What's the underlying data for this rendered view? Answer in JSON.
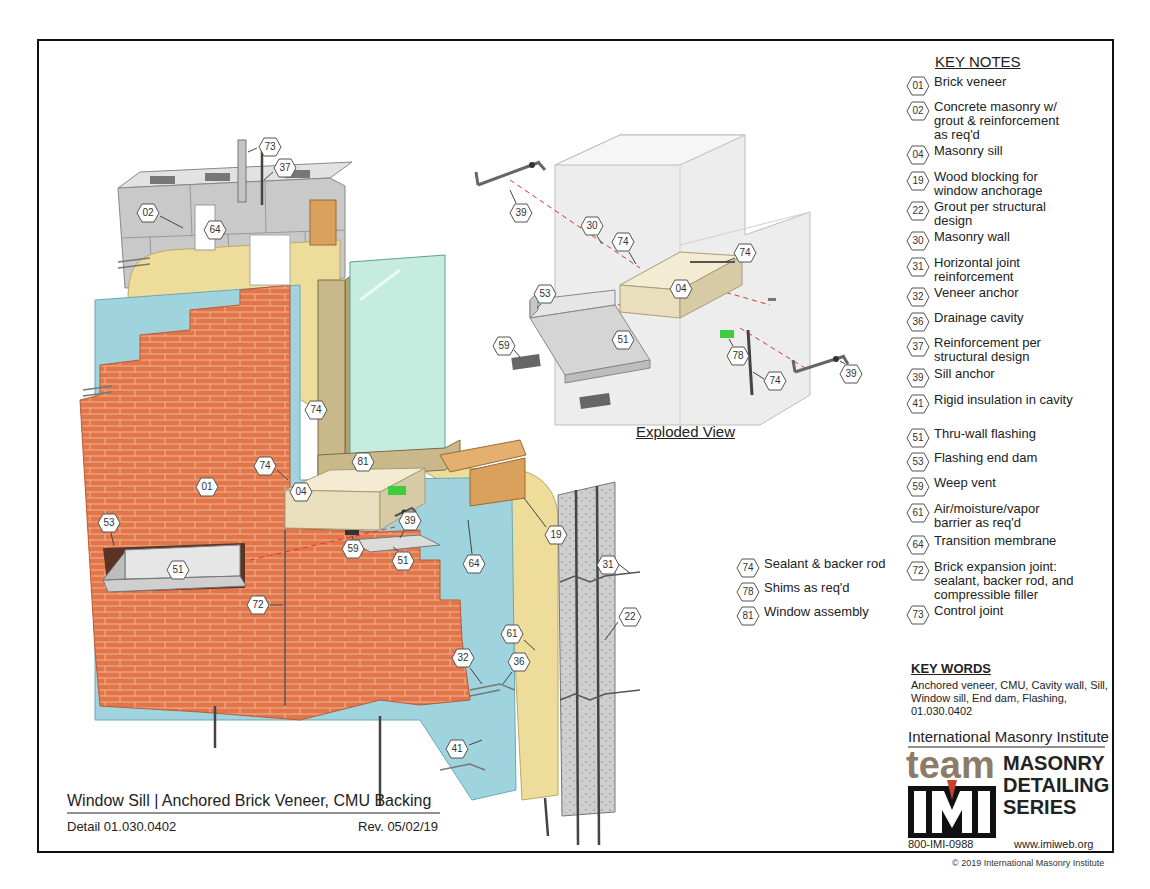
{
  "diagram": {
    "title": "Window Sill | Anchored Brick Veneer, CMU Backing",
    "nodes": [
      {
        "text": [
          "73"
        ]
      },
      {
        "text": [
          "37"
        ]
      },
      {
        "text": [
          "02"
        ]
      },
      {
        "text": [
          "64"
        ]
      },
      {
        "text": [
          "74"
        ]
      },
      {
        "text": [
          "74"
        ]
      },
      {
        "text": [
          "01"
        ]
      },
      {
        "text": [
          "81"
        ]
      },
      {
        "text": [
          "04"
        ]
      },
      {
        "text": [
          "39"
        ]
      },
      {
        "text": [
          "53"
        ]
      },
      {
        "text": [
          "59"
        ]
      },
      {
        "text": [
          "51"
        ]
      },
      {
        "text": [
          "51"
        ]
      },
      {
        "text": [
          "19"
        ]
      },
      {
        "text": [
          "64"
        ]
      },
      {
        "text": [
          "31"
        ]
      },
      {
        "text": [
          "72"
        ]
      },
      {
        "text": [
          "22"
        ]
      },
      {
        "text": [
          "61"
        ]
      },
      {
        "text": [
          "32"
        ]
      },
      {
        "text": [
          "36"
        ]
      },
      {
        "text": [
          "41"
        ]
      },
      {
        "text": [
          "39"
        ]
      },
      {
        "text": [
          "30"
        ]
      },
      {
        "text": [
          "74"
        ]
      },
      {
        "text": [
          "74"
        ]
      },
      {
        "text": [
          "04"
        ]
      },
      {
        "text": [
          "53"
        ]
      },
      {
        "text": [
          "59"
        ]
      },
      {
        "text": [
          "51"
        ]
      },
      {
        "text": [
          "78"
        ]
      },
      {
        "text": [
          "74"
        ]
      },
      {
        "text": [
          "39"
        ]
      },
      {
        "text": [
          "01",
          "Brick veneer"
        ]
      },
      {
        "text": [
          "02",
          "Concrete masonry w/ grout & reinforcement as req'd"
        ]
      },
      {
        "text": [
          "04",
          "Masonry sill"
        ]
      },
      {
        "text": [
          "19",
          "Wood blocking for window anchorage"
        ]
      },
      {
        "text": [
          "22",
          "Grout per structural design"
        ]
      },
      {
        "text": [
          "30",
          "Masonry wall"
        ]
      },
      {
        "text": [
          "31",
          "Horizontal joint reinforcement"
        ]
      },
      {
        "text": [
          "32",
          "Veneer anchor"
        ]
      },
      {
        "text": [
          "36",
          "Drainage cavity"
        ]
      },
      {
        "text": [
          "37",
          "Reinforcement per structural design"
        ]
      },
      {
        "text": [
          "39",
          "Sill anchor"
        ]
      },
      {
        "text": [
          "41",
          "Rigid insulation in cavity"
        ]
      },
      {
        "text": [
          "51",
          "Thru-wall flashing"
        ]
      },
      {
        "text": [
          "53",
          "Flashing end dam"
        ]
      },
      {
        "text": [
          "59",
          "Weep vent"
        ]
      },
      {
        "text": [
          "61",
          "Air/moisture/vapor barrier as req'd"
        ]
      },
      {
        "text": [
          "64",
          "Transition membrane"
        ]
      },
      {
        "text": [
          "72",
          "Brick expansion joint: sealant, backer rod, and compressible filler"
        ]
      },
      {
        "text": [
          "73",
          "Control joint"
        ]
      },
      {
        "text": [
          "74",
          "Sealant & backer rod"
        ]
      },
      {
        "text": [
          "78",
          "Shims as req'd"
        ]
      },
      {
        "text": [
          "81",
          "Window assembly"
        ]
      }
    ],
    "labels": [
      "KEY NOTES",
      "Exploded View",
      "Detail 01.030.0402",
      "Rev. 05/02/19",
      "KEY WORDS",
      "Anchored veneer, CMU, Cavity wall, Sill, Window sill, End dam, Flashing, 01.030.0402",
      "International Masonry Institute",
      "team",
      "MASONRY DETAILING SERIES",
      "800-IMI-0988",
      "www.imiweb.org",
      "© 2019 International Masonry Institute"
    ]
  }
}
